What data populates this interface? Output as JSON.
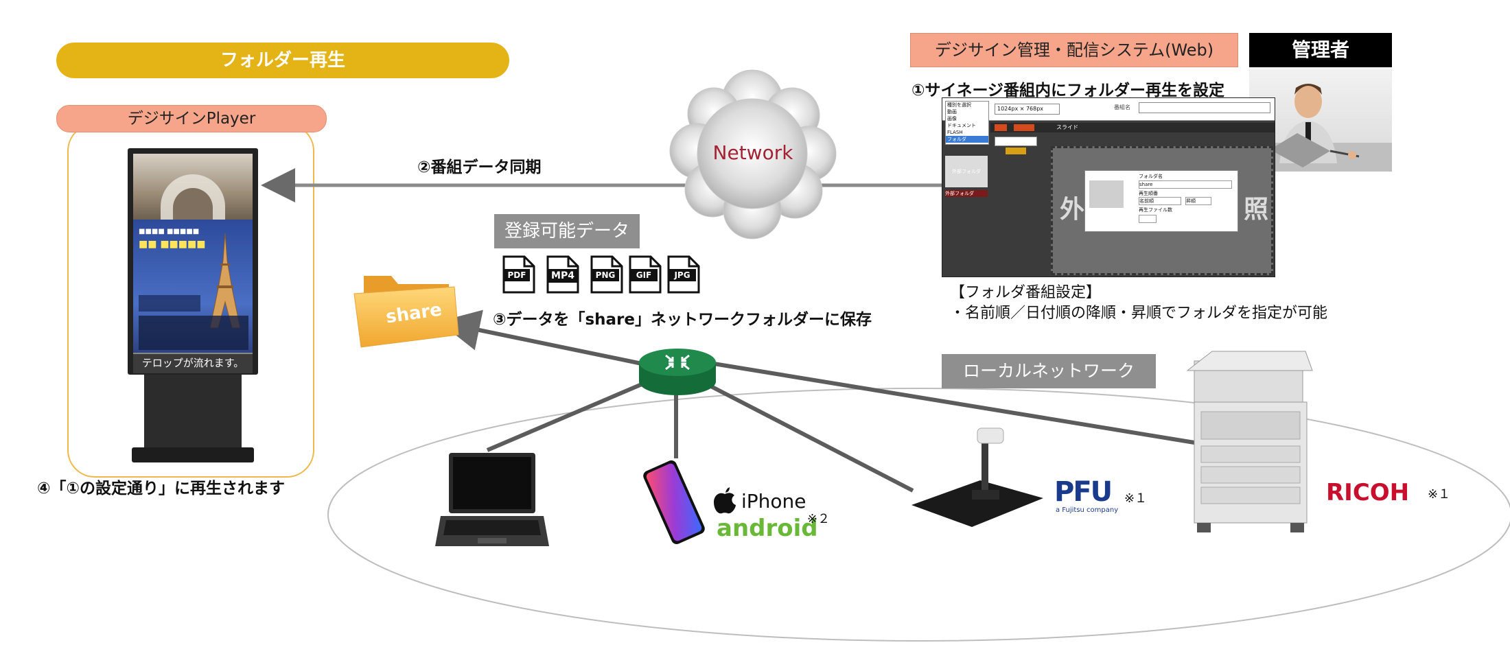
{
  "banner": "フォルダー再生",
  "player_label": "デジサインPlayer",
  "telop_text": "テロップが流れます。",
  "poster": {
    "line1": "■■■■ ■■■■■",
    "title": "■■ ■■■■■"
  },
  "system_label": "デジサイン管理・配信システム(Web)",
  "admin_label": "管理者",
  "step1": "①サイネージ番組内にフォルダー再生を設定",
  "step2": "②番組データ同期",
  "step3": "③データを「share」ネットワークフォルダーに保存",
  "step4": "④「①の設定通り」に再生されます",
  "network_label": "Network",
  "registrable_label": "登録可能データ",
  "file_types": [
    "PDF",
    "MP4",
    "PNG",
    "GIF",
    "JPG"
  ],
  "folder_label": "share",
  "folder_setting_title": "【フォルダ番組設定】",
  "folder_setting_desc": "・名前順／日付順の降順・昇順でフォルダを指定が可能",
  "lan_label": "ローカルネットワーク",
  "iphone_label": "iPhone",
  "android_label": "android",
  "note_mark2": "※２",
  "pfu_label": "PFU",
  "pfu_sub": "a Fujitsu company",
  "note_mark1a": "※１",
  "ricoh_label": "RICOH",
  "note_mark1b": "※１",
  "websys": {
    "menu_items": [
      "種別を選択",
      "動画",
      "画像",
      "ドキュメント",
      "FLASH",
      "フォルダ"
    ],
    "resolution": "1024px × 768px",
    "title_label": "番組名",
    "slide_label": "スライド",
    "folder_item": "外部フォルダ",
    "bg_text_left": "外",
    "bg_text_right": "照",
    "dialog_folder": "フォルダ名",
    "dialog_folder_value": "share",
    "dialog_order": "再生順番",
    "dialog_sort": "名前順",
    "dialog_dir": "昇順",
    "dialog_count": "再生ファイル数",
    "thumb_label": "外部フォルダ"
  },
  "colors": {
    "banner": "#e4b315",
    "label_pink": "#f6a58a",
    "gray_tag": "#8f8f8f",
    "router": "#1f8a4c",
    "android": "#6ab838",
    "pfu": "#1a3a8c",
    "ricoh": "#c8102e",
    "network_text": "#a32233"
  }
}
